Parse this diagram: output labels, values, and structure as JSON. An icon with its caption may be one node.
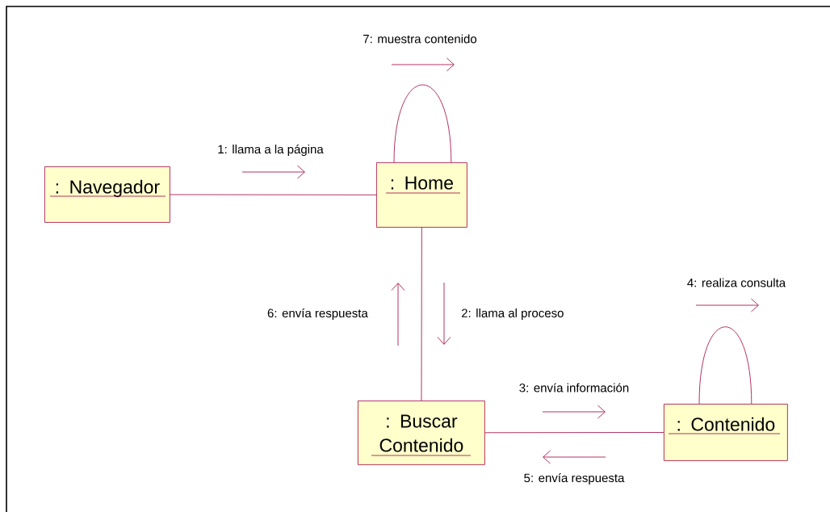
{
  "diagram": {
    "nodes": [
      {
        "text": [
          ": Navegador"
        ]
      },
      {
        "text": [
          ": Home"
        ]
      },
      {
        "text": [
          ": Buscar Contenido"
        ]
      },
      {
        "text": [
          ": Contenido"
        ]
      }
    ],
    "edges": [
      {
        "from": 0,
        "to": 1,
        "arrow": "none"
      },
      {
        "from": 1,
        "to": 1,
        "arrow": "none"
      },
      {
        "from": 1,
        "to": 2,
        "arrow": "none"
      },
      {
        "from": 2,
        "to": 3,
        "arrow": "none"
      },
      {
        "from": 3,
        "to": 3,
        "arrow": "none"
      }
    ],
    "labels": [
      "7: muestra contenido",
      "1: llama a la página",
      "4: realiza consulta",
      "6: envía respuesta",
      "2: llama al proceso",
      "3: envía información",
      "5: envía respuesta"
    ]
  }
}
